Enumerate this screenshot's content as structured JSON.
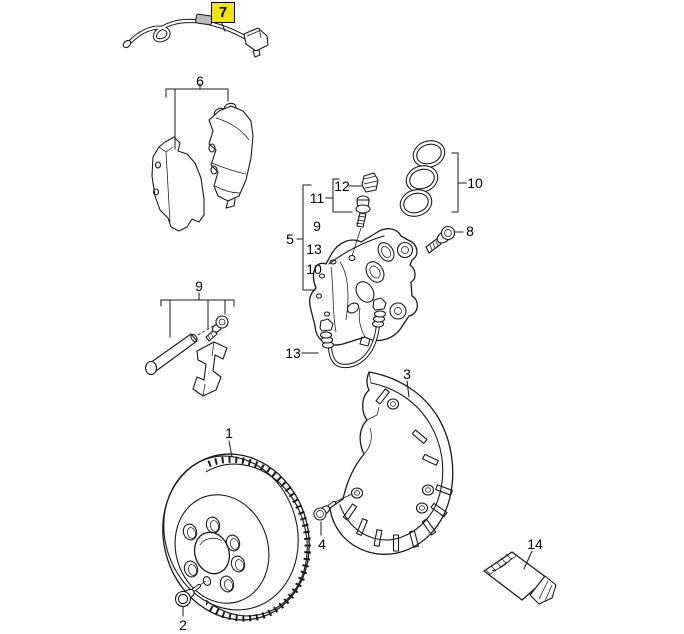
{
  "diagram": {
    "background": "#ffffff",
    "line_color": "#1a1a1a",
    "highlight_color": "#f3e600",
    "callouts": {
      "c1": {
        "label": "1"
      },
      "c2": {
        "label": "2"
      },
      "c3": {
        "label": "3"
      },
      "c4": {
        "label": "4"
      },
      "c5": {
        "label": "5"
      },
      "c6": {
        "label": "6"
      },
      "c7": {
        "label": "7",
        "highlighted": true
      },
      "c8": {
        "label": "8"
      },
      "c9_pins": {
        "label": "9"
      },
      "c9_list": {
        "label": "9"
      },
      "c10_seals": {
        "label": "10"
      },
      "c10_list": {
        "label": "10"
      },
      "c11": {
        "label": "11"
      },
      "c12": {
        "label": "12"
      },
      "c13_list": {
        "label": "13"
      },
      "c13_hose": {
        "label": "13"
      },
      "c14": {
        "label": "14"
      }
    }
  }
}
